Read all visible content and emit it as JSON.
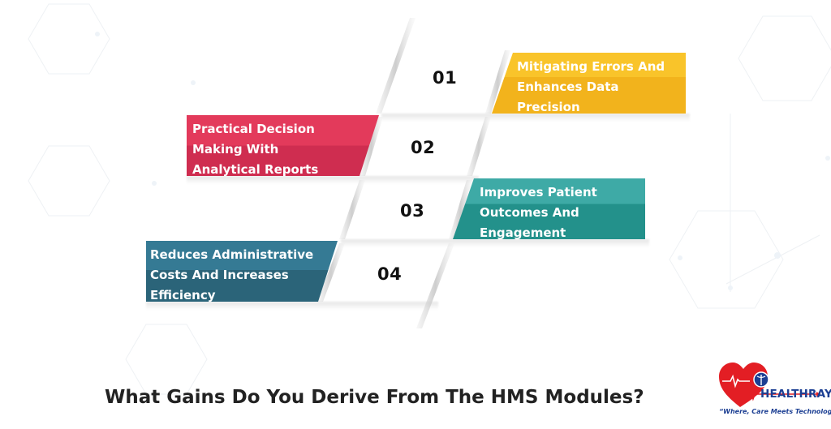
{
  "title": "What Gains Do You Derive From The HMS Modules?",
  "colors": {
    "yellow": "#f6b51e",
    "red": "#dc3456",
    "teal": "#2aa198",
    "blue": "#2f6d85",
    "title": "#222222",
    "logo_red": "#e31e24",
    "logo_blue": "#1c3f93"
  },
  "items": [
    {
      "number": "01",
      "lines": [
        "Mitigating Errors And",
        "Enhances Data",
        "Precision"
      ],
      "color": "yellow",
      "side": "right"
    },
    {
      "number": "02",
      "lines": [
        "Practical Decision",
        "Making With",
        "Analytical Reports"
      ],
      "color": "red",
      "side": "left"
    },
    {
      "number": "03",
      "lines": [
        "Improves Patient",
        "Outcomes And",
        "Engagement"
      ],
      "color": "teal",
      "side": "right"
    },
    {
      "number": "04",
      "lines": [
        "Reduces Administrative",
        "Costs And Increases",
        "Efficiency"
      ],
      "color": "blue",
      "side": "left"
    }
  ],
  "logo": {
    "brand": "HEALTHRAY",
    "tagline": "“Where, Care Meets Technology”",
    "icons": [
      "heart-icon",
      "heartbeat-line-icon",
      "caduceus-icon"
    ]
  }
}
